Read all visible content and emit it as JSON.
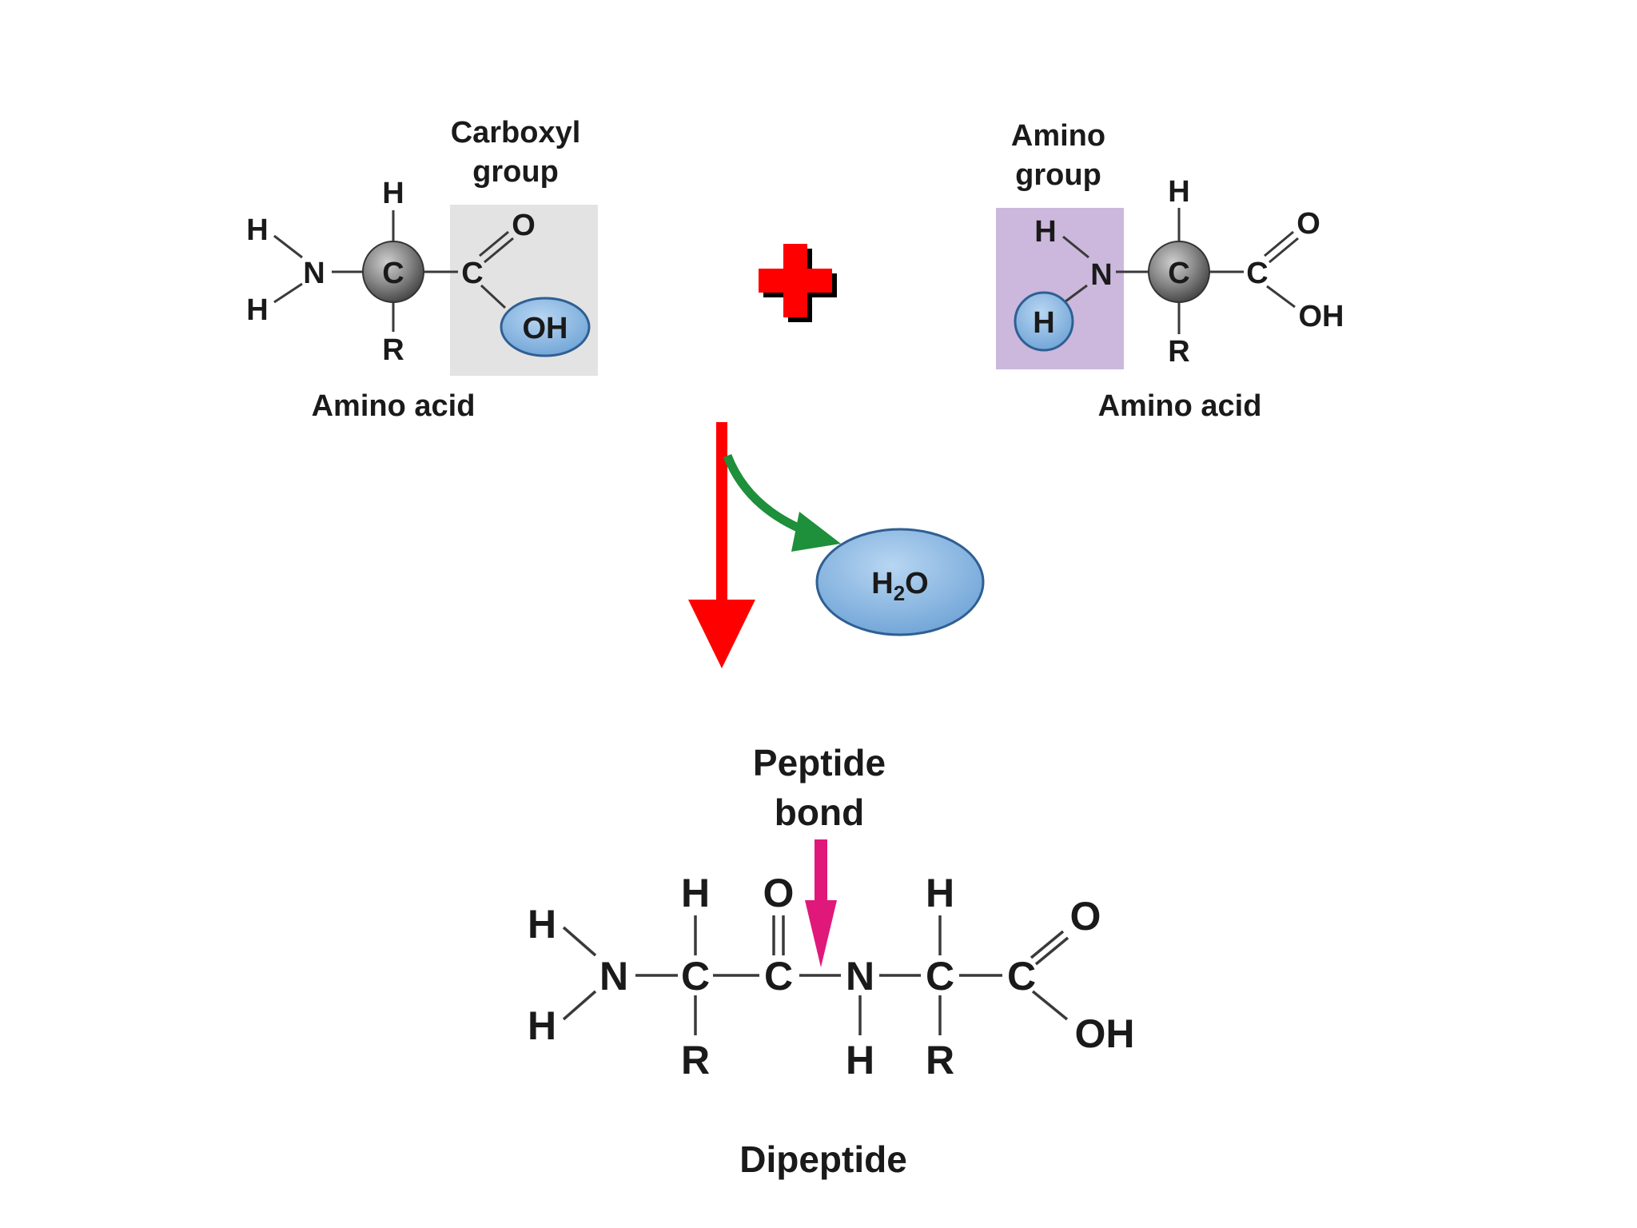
{
  "amino_acid_1": {
    "group_label_line1": "Carboxyl",
    "group_label_line2": "group",
    "caption": "Amino acid",
    "atoms": {
      "h_top": "H",
      "h_left_top": "H",
      "h_left_bottom": "H",
      "n": "N",
      "c_alpha": "C",
      "c_carbonyl": "C",
      "o": "O",
      "oh": "OH",
      "r": "R"
    }
  },
  "plus_sign": "+",
  "amino_acid_2": {
    "group_label_line1": "Amino",
    "group_label_line2": "group",
    "caption": "Amino acid",
    "atoms": {
      "h_top": "H",
      "h_amino_top": "H",
      "h_amino_ball": "H",
      "n": "N",
      "c_alpha": "C",
      "c_carbonyl": "C",
      "o": "O",
      "oh": "OH",
      "r": "R"
    }
  },
  "water": {
    "h": "H",
    "sub": "2",
    "o": "O"
  },
  "peptide_bond_label_line1": "Peptide",
  "peptide_bond_label_line2": "bond",
  "dipeptide": {
    "caption": "Dipeptide",
    "atoms": {
      "h_left_top": "H",
      "h_left_bottom": "H",
      "n1": "N",
      "c1": "C",
      "h1_top": "H",
      "r1": "R",
      "c2": "C",
      "o2": "O",
      "n2": "N",
      "h_n2": "H",
      "c3": "C",
      "h3_top": "H",
      "r3": "R",
      "c4": "C",
      "o4": "O",
      "oh4": "OH"
    }
  },
  "colors": {
    "carboxyl_box": "#e3e3e3",
    "amino_box": "#cbb8dc",
    "blue_ball": "#7fb0dd",
    "reaction_arrow": "#ff0000",
    "water_arrow": "#1e8f3a",
    "peptide_arrow": "#e0187a",
    "plus": "#ff0000"
  }
}
